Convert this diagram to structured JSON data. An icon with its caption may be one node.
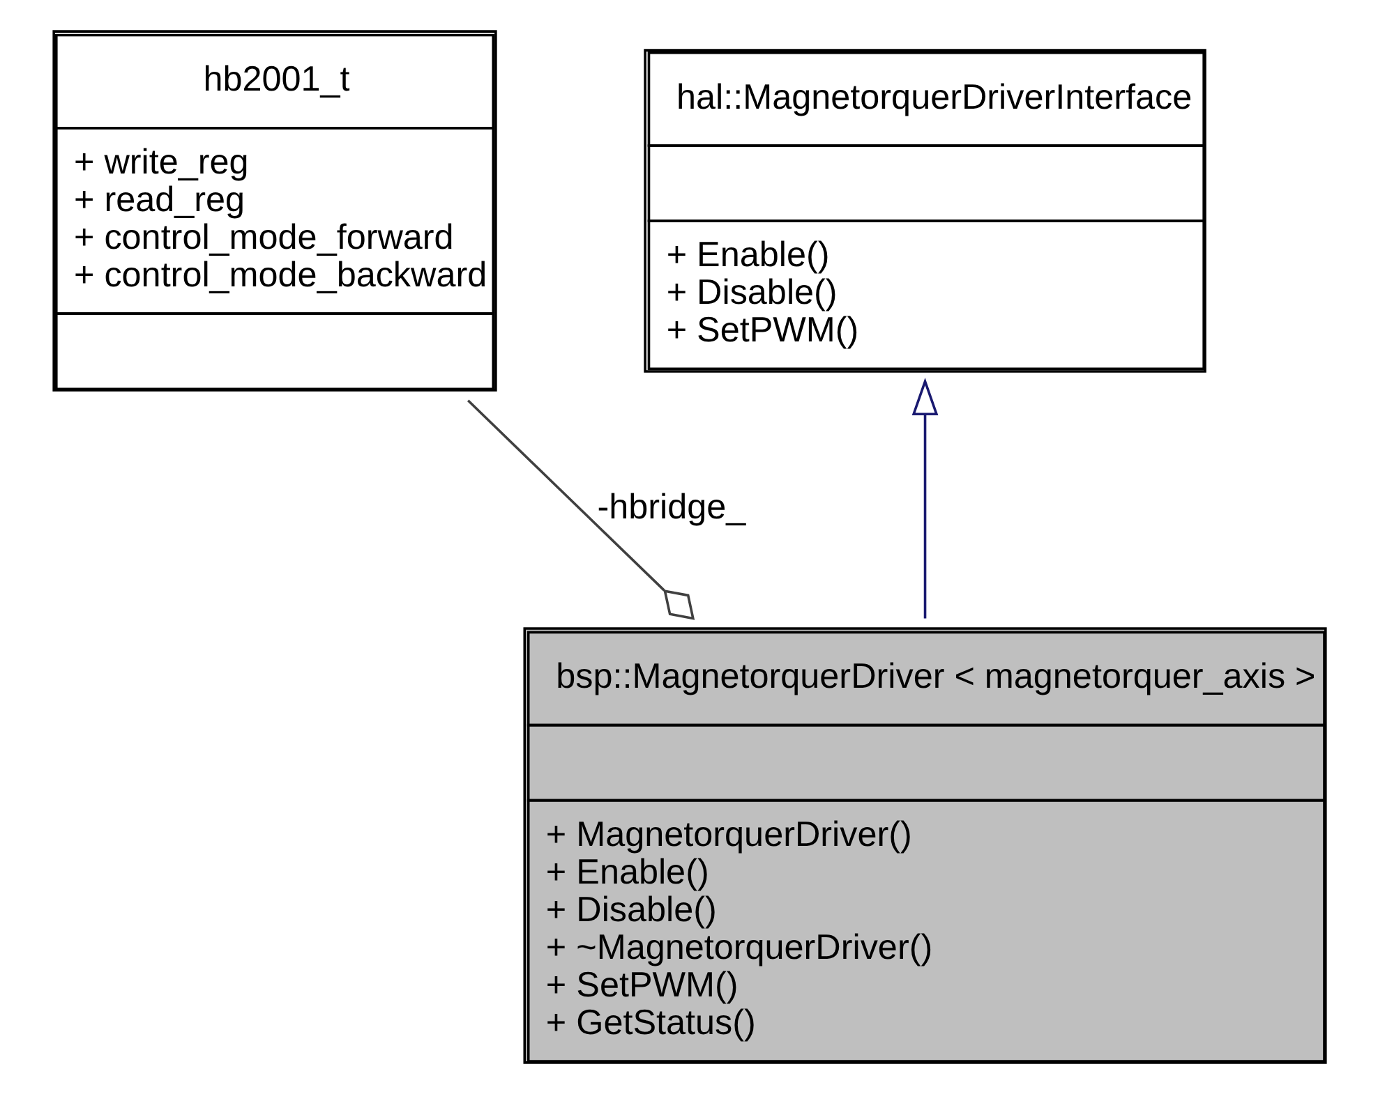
{
  "diagram": {
    "nodes": [
      {
        "text": [
          "hal::MagnetorquerDriverInterface",
          "+ Enable()",
          "+ Disable()",
          "+ SetPWM()"
        ]
      },
      {
        "text": [
          "hb2001_t",
          "+ write_reg",
          "+ read_reg",
          "+ control_mode_forward",
          "+ control_mode_backward"
        ]
      },
      {
        "text": [
          "bsp::MagnetorquerDriver < magnetorquer_axis >",
          "+ MagnetorquerDriver()",
          "+ Enable()",
          "+ Disable()",
          "+ ~MagnetorquerDriver()",
          "+ SetPWM()",
          "+ GetStatus()"
        ]
      }
    ],
    "edges": [
      {
        "from": 2,
        "to": 0,
        "arrow": "to",
        "color": "#191970"
      },
      {
        "from": 1,
        "to": 2,
        "arrow": "other",
        "label": "-hbridge_",
        "color": "#404040"
      }
    ]
  }
}
